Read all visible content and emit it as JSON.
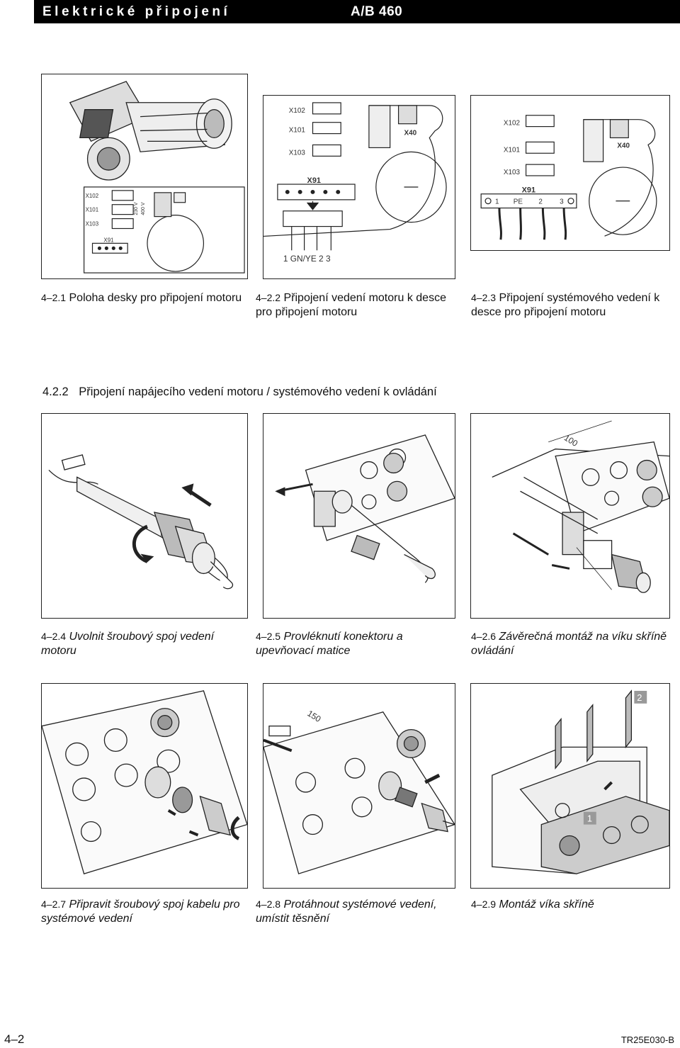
{
  "header": {
    "title": "Elektrické připojení",
    "model": "A/B 460"
  },
  "figures": {
    "f1": {
      "labels": [
        "X102",
        "X101",
        "X103",
        "X91",
        "230 V",
        "400 V"
      ],
      "num": "4–2.1",
      "caption": "Poloha desky pro připojení motoru"
    },
    "f2": {
      "labels": [
        "X102",
        "X101",
        "X103",
        "X91",
        "X40"
      ],
      "wires": "1  GN/YE  2     3",
      "num": "4–2.2",
      "caption": "Připojení vedení motoru k desce pro připojení motoru"
    },
    "f3": {
      "labels": [
        "X102",
        "X101",
        "X103",
        "X91",
        "X40"
      ],
      "terminals": [
        "1",
        "PE",
        "2",
        "3"
      ],
      "num": "4–2.3",
      "caption": "Připojení systémového vedení k desce pro připojení motoru"
    },
    "f4": {
      "num": "4–2.4",
      "caption": "Uvolnit šroubový spoj vedení motoru"
    },
    "f5": {
      "num": "4–2.5",
      "caption": "Provléknutí konektoru a upevňovací matice"
    },
    "f6": {
      "dim": "100",
      "num": "4–2.6",
      "caption": "Závěrečná montáž na víku skříně ovládání"
    },
    "f7": {
      "num": "4–2.7",
      "caption": "Připravit šroubový spoj kabelu pro systémové vedení"
    },
    "f8": {
      "dim": "150",
      "num": "4–2.8",
      "caption": "Protáhnout systémové vedení, umístit těsnění"
    },
    "f9": {
      "badge1": "1",
      "badge2": "2",
      "num": "4–2.9",
      "caption": "Montáž víka skříně"
    }
  },
  "section": {
    "num": "4.2.2",
    "title": "Připojení napájecího vedení motoru / systémového vedení k ovládání"
  },
  "footer": {
    "page": "4–2",
    "code": "TR25E030-B"
  }
}
